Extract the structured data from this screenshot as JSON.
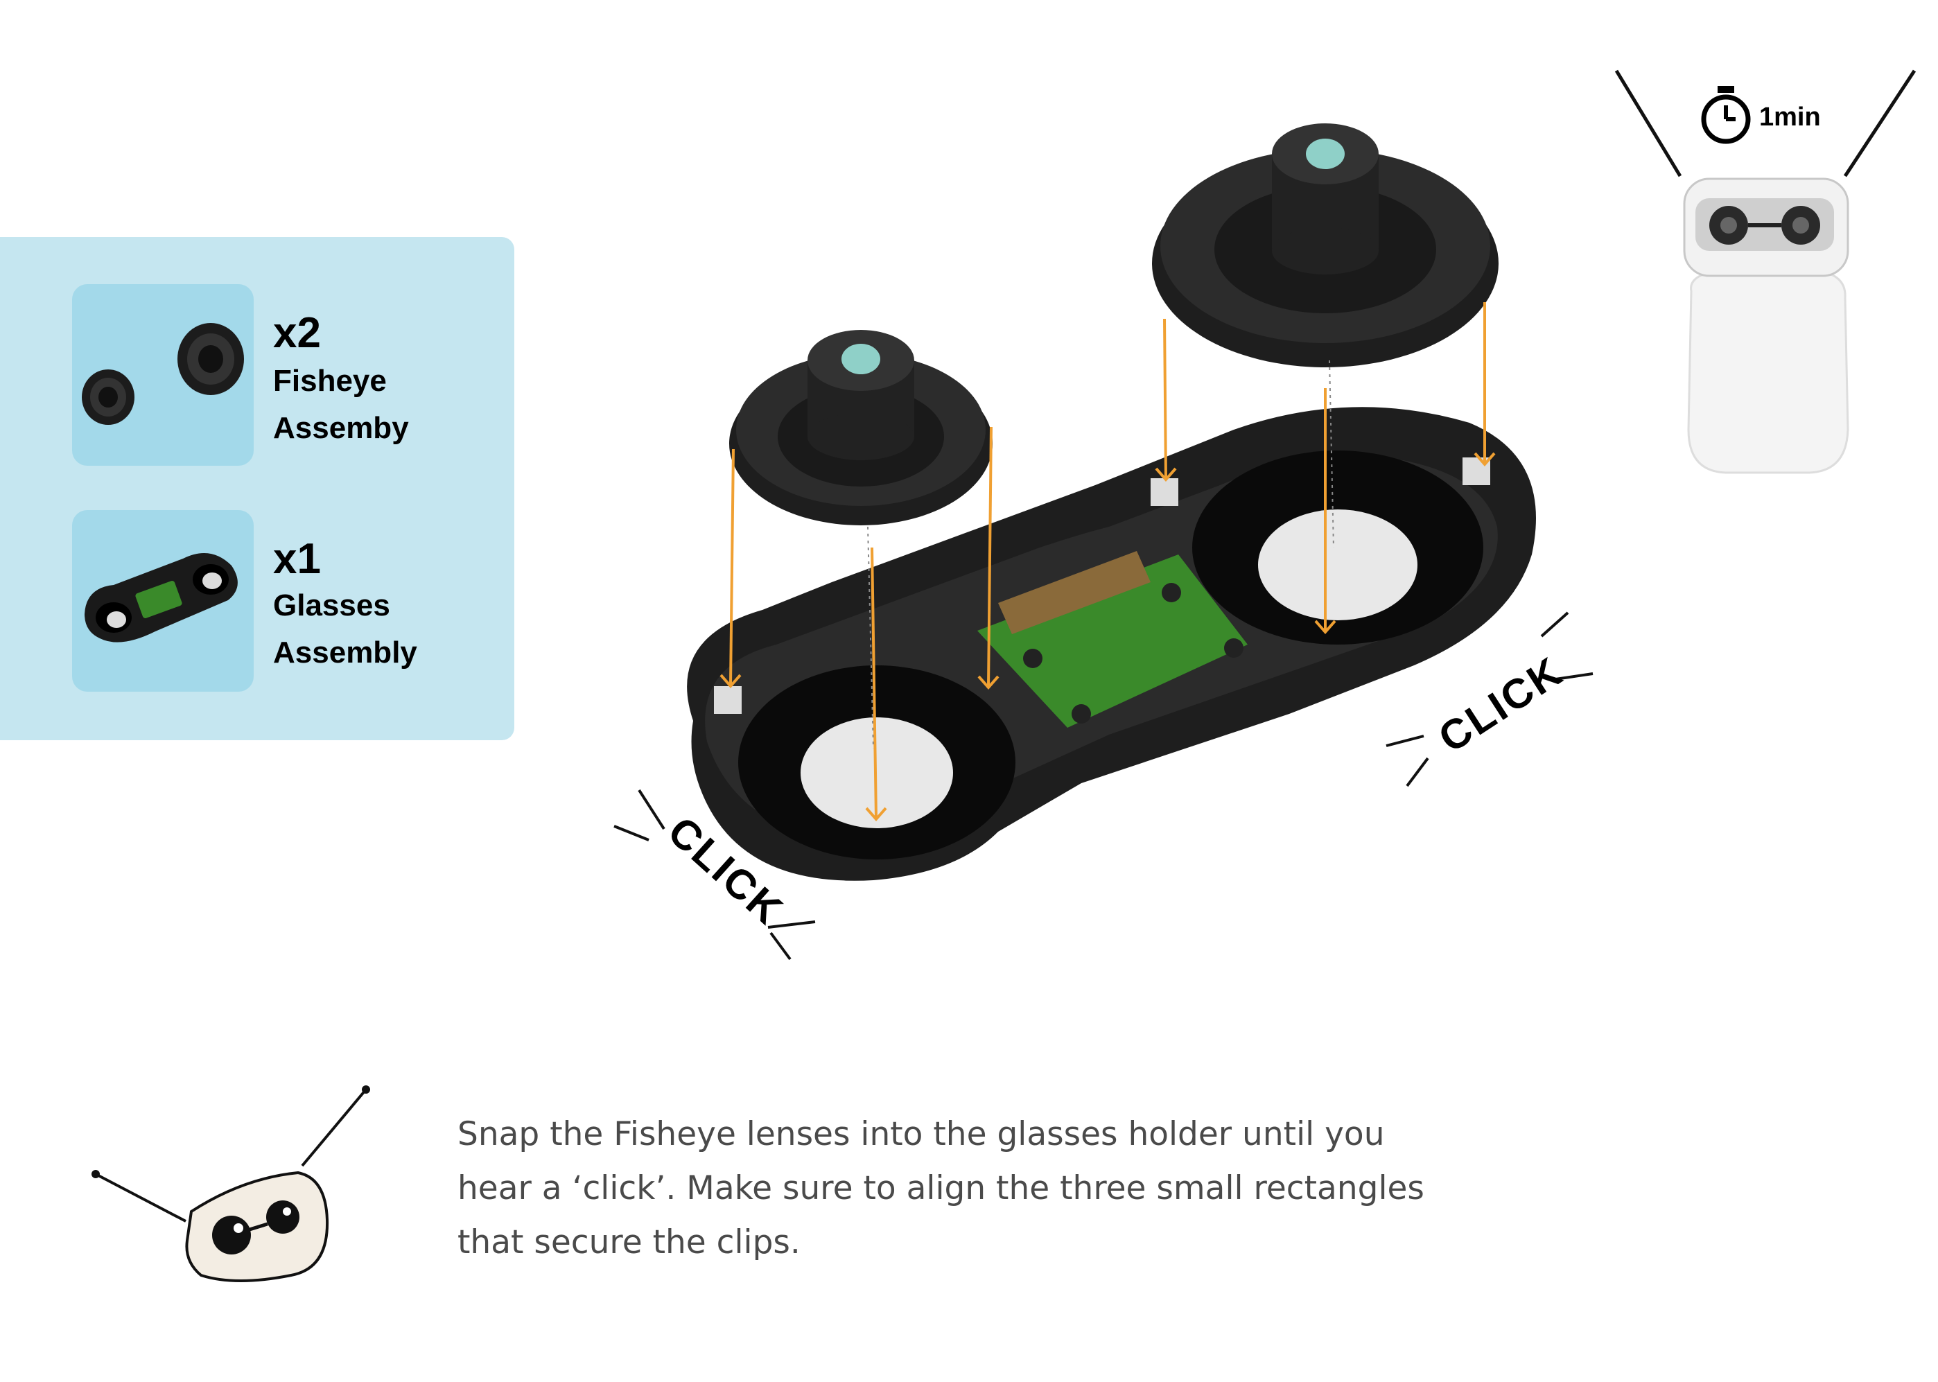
{
  "parts": [
    {
      "count": "x2",
      "name": "Fisheye\nAssemby",
      "icon": "fisheye-lens-icon"
    },
    {
      "count": "x1",
      "name": "Glasses\nAssembly",
      "icon": "glasses-board-icon"
    }
  ],
  "time": {
    "label": "1min",
    "icon": "stopwatch-icon"
  },
  "click_labels": [
    "CLICK",
    "CLICK"
  ],
  "instruction": "Snap the Fisheye lenses into the glasses holder until you hear a ‘click’. Make sure to align the three small rectangles that secure the clips.",
  "colors": {
    "panel": "#c5e6f0",
    "thumb": "#a3d9ea",
    "arrow": "#f0a032",
    "pcb": "#3a8a2a",
    "lens_glass": "#8fd0c8"
  }
}
